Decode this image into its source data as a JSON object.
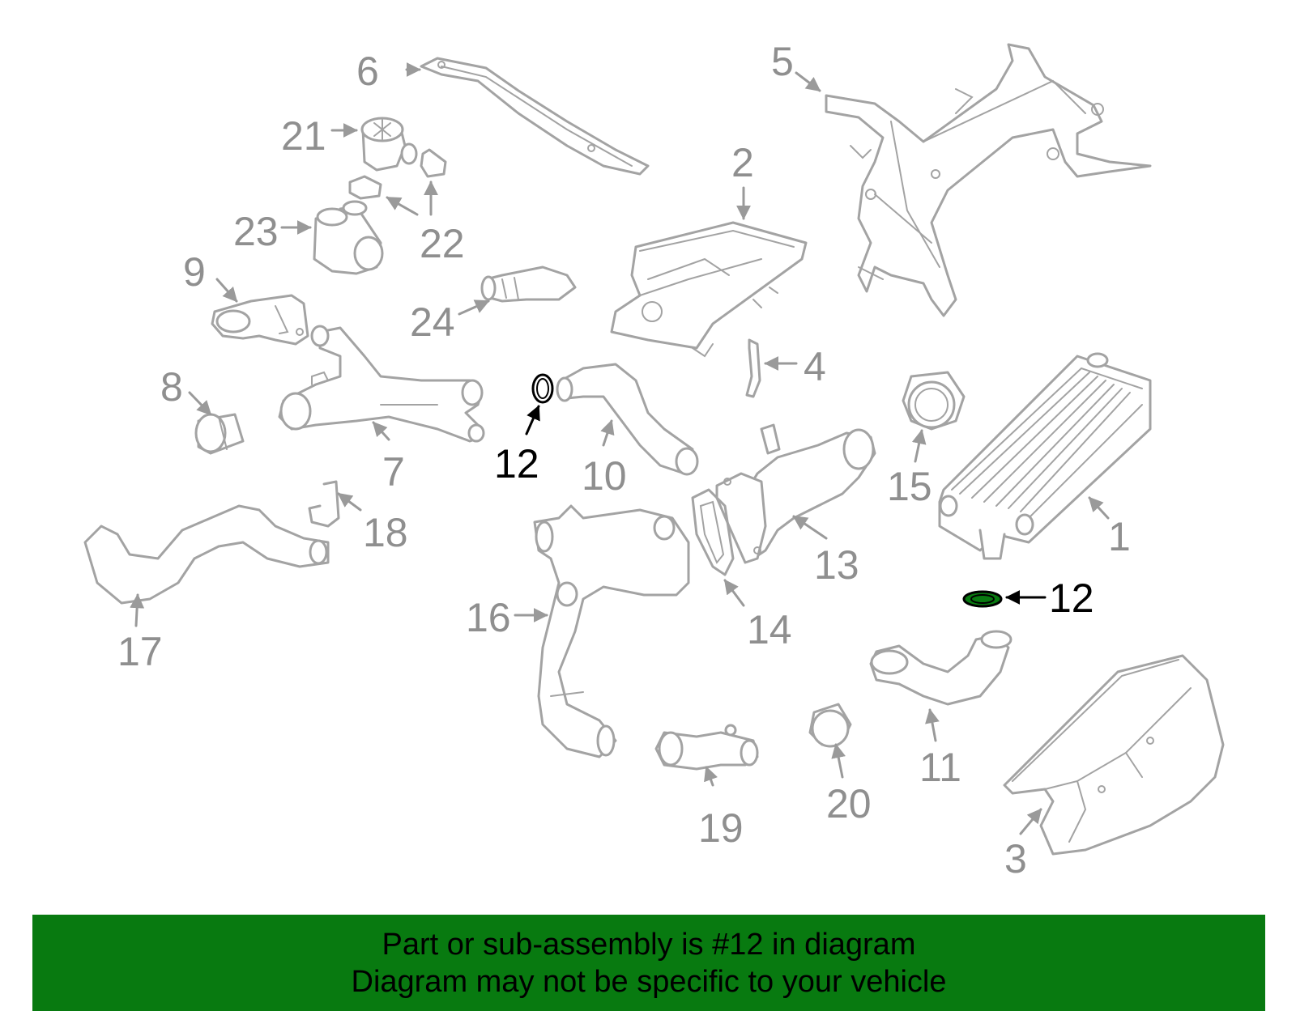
{
  "diagram": {
    "callouts": [
      "1",
      "2",
      "3",
      "4",
      "5",
      "6",
      "7",
      "8",
      "9",
      "10",
      "11",
      "12",
      "13",
      "14",
      "15",
      "16",
      "17",
      "18",
      "19",
      "20",
      "21",
      "22",
      "23",
      "24"
    ],
    "highlighted_part": "12",
    "highlight_color": "#087a10",
    "part_color": "#a3a3a3"
  },
  "banner": {
    "line1": "Part or sub-assembly is #12 in diagram",
    "line2": "Diagram may not be specific to your vehicle",
    "background": "#087a10"
  }
}
